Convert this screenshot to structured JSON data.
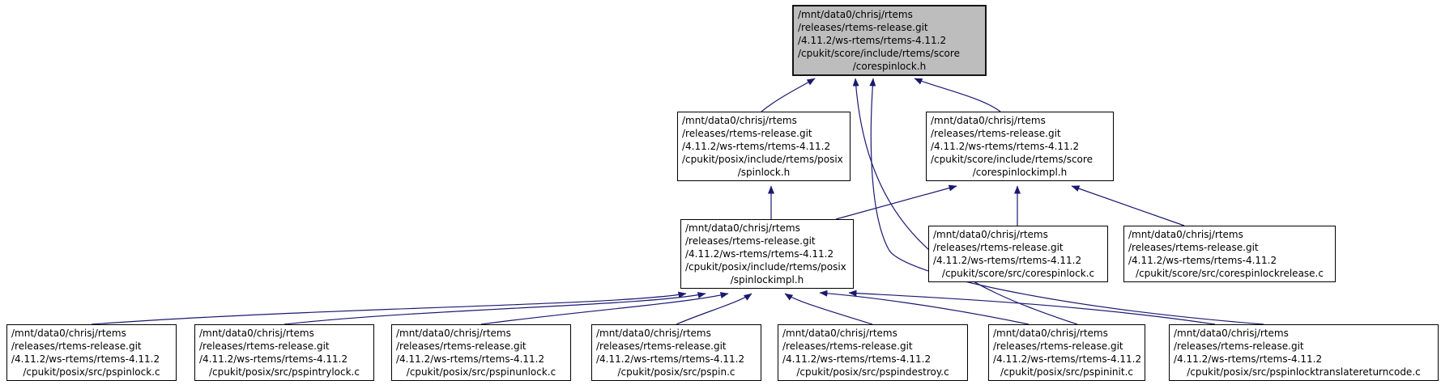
{
  "graph": {
    "title": "Include dependency graph for corespinlock.h",
    "colors": {
      "root_fill": "#bdbdbd",
      "node_fill": "#ffffff",
      "node_border": "#000000",
      "edge": "#191970",
      "background": "#ffffff"
    },
    "nodes": {
      "corespinlock_h": {
        "lines": [
          "/mnt/data0/chrisj/rtems",
          "/releases/rtems-release.git",
          "/4.11.2/ws-rtems/rtems-4.11.2",
          "/cpukit/score/include/rtems/score",
          "/corespinlock.h"
        ],
        "is_root": true
      },
      "spinlock_h": {
        "lines": [
          "/mnt/data0/chrisj/rtems",
          "/releases/rtems-release.git",
          "/4.11.2/ws-rtems/rtems-4.11.2",
          "/cpukit/posix/include/rtems/posix",
          "/spinlock.h"
        ]
      },
      "corespinlockimpl_h": {
        "lines": [
          "/mnt/data0/chrisj/rtems",
          "/releases/rtems-release.git",
          "/4.11.2/ws-rtems/rtems-4.11.2",
          "/cpukit/score/include/rtems/score",
          "/corespinlockimpl.h"
        ]
      },
      "spinlockimpl_h": {
        "lines": [
          "/mnt/data0/chrisj/rtems",
          "/releases/rtems-release.git",
          "/4.11.2/ws-rtems/rtems-4.11.2",
          "/cpukit/posix/include/rtems/posix",
          "/spinlockimpl.h"
        ]
      },
      "corespinlock_c": {
        "lines": [
          "/mnt/data0/chrisj/rtems",
          "/releases/rtems-release.git",
          "/4.11.2/ws-rtems/rtems-4.11.2",
          "/cpukit/score/src/corespinlock.c"
        ]
      },
      "corespinlockrelease_c": {
        "lines": [
          "/mnt/data0/chrisj/rtems",
          "/releases/rtems-release.git",
          "/4.11.2/ws-rtems/rtems-4.11.2",
          "/cpukit/score/src/corespinlockrelease.c"
        ]
      },
      "pspinlock_c": {
        "lines": [
          "/mnt/data0/chrisj/rtems",
          "/releases/rtems-release.git",
          "/4.11.2/ws-rtems/rtems-4.11.2",
          "/cpukit/posix/src/pspinlock.c"
        ]
      },
      "pspintrylock_c": {
        "lines": [
          "/mnt/data0/chrisj/rtems",
          "/releases/rtems-release.git",
          "/4.11.2/ws-rtems/rtems-4.11.2",
          "/cpukit/posix/src/pspintrylock.c"
        ]
      },
      "pspinunlock_c": {
        "lines": [
          "/mnt/data0/chrisj/rtems",
          "/releases/rtems-release.git",
          "/4.11.2/ws-rtems/rtems-4.11.2",
          "/cpukit/posix/src/pspinunlock.c"
        ]
      },
      "pspin_c": {
        "lines": [
          "/mnt/data0/chrisj/rtems",
          "/releases/rtems-release.git",
          "/4.11.2/ws-rtems/rtems-4.11.2",
          "/cpukit/posix/src/pspin.c"
        ]
      },
      "pspindestroy_c": {
        "lines": [
          "/mnt/data0/chrisj/rtems",
          "/releases/rtems-release.git",
          "/4.11.2/ws-rtems/rtems-4.11.2",
          "/cpukit/posix/src/pspindestroy.c"
        ]
      },
      "pspininit_c": {
        "lines": [
          "/mnt/data0/chrisj/rtems",
          "/releases/rtems-release.git",
          "/4.11.2/ws-rtems/rtems-4.11.2",
          "/cpukit/posix/src/pspininit.c"
        ]
      },
      "pspinlocktranslatereturncode_c": {
        "lines": [
          "/mnt/data0/chrisj/rtems",
          "/releases/rtems-release.git",
          "/4.11.2/ws-rtems/rtems-4.11.2",
          "/cpukit/posix/src/pspinlocktranslatereturncode.c"
        ]
      }
    },
    "edges": [
      {
        "from": "spinlock_h",
        "to": "corespinlock_h"
      },
      {
        "from": "corespinlockimpl_h",
        "to": "corespinlock_h"
      },
      {
        "from": "pspininit_c",
        "to": "corespinlock_h"
      },
      {
        "from": "pspinlocktranslatereturncode_c",
        "to": "corespinlock_h"
      },
      {
        "from": "spinlockimpl_h",
        "to": "spinlock_h"
      },
      {
        "from": "spinlockimpl_h",
        "to": "corespinlockimpl_h"
      },
      {
        "from": "corespinlock_c",
        "to": "corespinlockimpl_h"
      },
      {
        "from": "corespinlockrelease_c",
        "to": "corespinlockimpl_h"
      },
      {
        "from": "pspinlock_c",
        "to": "spinlockimpl_h"
      },
      {
        "from": "pspintrylock_c",
        "to": "spinlockimpl_h"
      },
      {
        "from": "pspinunlock_c",
        "to": "spinlockimpl_h"
      },
      {
        "from": "pspin_c",
        "to": "spinlockimpl_h"
      },
      {
        "from": "pspindestroy_c",
        "to": "spinlockimpl_h"
      },
      {
        "from": "pspininit_c",
        "to": "spinlockimpl_h"
      },
      {
        "from": "pspinlocktranslatereturncode_c",
        "to": "spinlockimpl_h"
      }
    ]
  }
}
